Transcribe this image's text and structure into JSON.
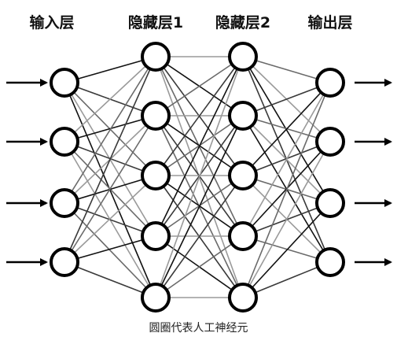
{
  "layers": [
    {
      "title": "输入层",
      "neurons": 4,
      "inputs": true
    },
    {
      "title": "隐藏层1",
      "neurons": 5
    },
    {
      "title": "隐藏层2",
      "neurons": 5
    },
    {
      "title": "输出层",
      "neurons": 4,
      "outputs": true
    }
  ],
  "caption": "圆圈代表人工神经元",
  "colors": {
    "neuron_stroke": "#000000",
    "neuron_fill": "#ffffff",
    "edge": "#111111",
    "arrow": "#000000"
  }
}
